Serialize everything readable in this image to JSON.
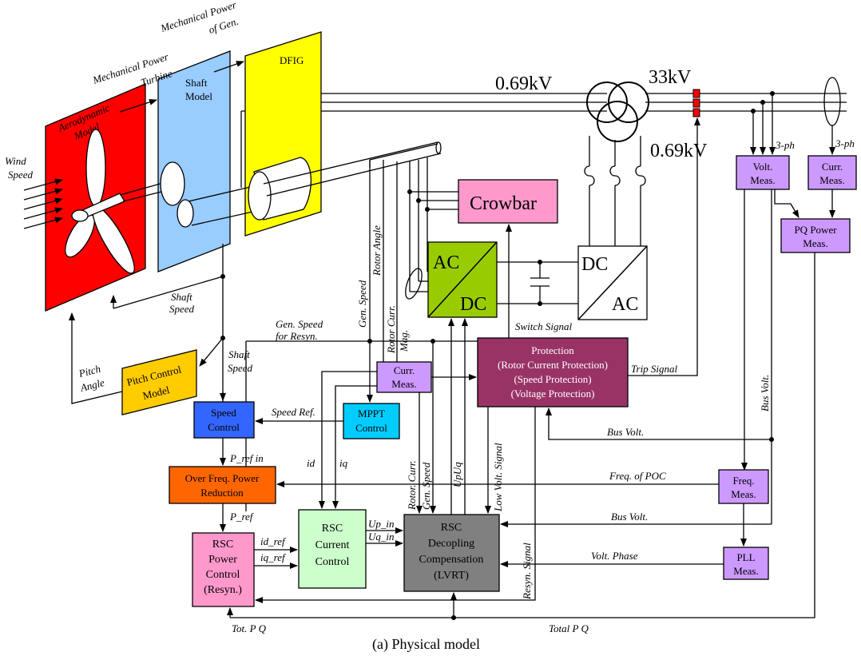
{
  "caption": "(a) Physical model",
  "colors": {
    "aero": "#ff0000",
    "shaft": "#99ccff",
    "dfig": "#ffff00",
    "crowbar": "#ff99cc",
    "acdc": "#99cc00",
    "protection": "#993366",
    "meas": "#cc99ff",
    "pitch": "#ffcc00",
    "speedctl": "#3366ff",
    "mppt": "#00ccff",
    "overfreq": "#ff6600",
    "rscpower": "#ff99cc",
    "rsccurrent": "#ccffcc",
    "rscdecoupling": "#808080",
    "breaker": "#ff0000"
  },
  "blocks": {
    "aero_line1": "Aerodynamic",
    "aero_line2": "Model",
    "shaft_line1": "Shaft",
    "shaft_line2": "Model",
    "dfig": "DFIG",
    "crowbar": "Crowbar",
    "acdc_ac": "AC",
    "acdc_dc": "DC",
    "dcac_dc": "DC",
    "dcac_ac": "AC",
    "protection": [
      "Protection",
      "(Rotor Current Protection)",
      "(Speed Protection)",
      "(Voltage Protection)"
    ],
    "curr_meas_mid": [
      "Curr.",
      "Meas."
    ],
    "volt_meas": [
      "Volt.",
      "Meas."
    ],
    "curr_meas_right": [
      "Curr.",
      "Meas."
    ],
    "pq_meas": [
      "PQ Power",
      "Meas."
    ],
    "pitch": [
      "Pitch Control",
      "Model"
    ],
    "speed_control": [
      "Speed",
      "Control"
    ],
    "mppt": [
      "MPPT",
      "Control"
    ],
    "over_freq": [
      "Over Freq. Power",
      "Reduction"
    ],
    "rsc_power": [
      "RSC",
      "Power",
      "Control",
      "(Resyn.)"
    ],
    "rsc_current": [
      "RSC",
      "Current",
      "Control"
    ],
    "rsc_decoupling": [
      "RSC",
      "Decopling",
      "Compensation",
      "(LVRT)"
    ],
    "freq_meas": [
      "Freq.",
      "Meas."
    ],
    "pll_meas": [
      "PLL",
      "Meas."
    ]
  },
  "voltages": {
    "v1": "0.69kV",
    "v2": "33kV",
    "v3": "0.69kV"
  },
  "signals": {
    "mech_power_turbine": [
      "Mechanical Power",
      "Turbine"
    ],
    "mech_power_gen": [
      "Mechanical Power",
      "of Gen."
    ],
    "wind_speed": [
      "Wind",
      "Speed"
    ],
    "shaft_speed_1": [
      "Shaft",
      "Speed"
    ],
    "pitch_angle": [
      "Pitch",
      "Angle"
    ],
    "gen_speed_resyn": [
      "Gen. Speed",
      "for Resyn."
    ],
    "shaft_speed_2": [
      "Shaft",
      "Speed"
    ],
    "gen_speed_v": "Gen. Speed",
    "rotor_angle_v": "Rotor Angle",
    "rotor_curr_mag": [
      "Rotor Curr.",
      "Mag."
    ],
    "switch_signal": "Switch Signal",
    "trip_signal": "Trip Signal",
    "three_ph_1": "3-ph",
    "three_ph_2": "3-ph",
    "bus_volt_v": "Bus Volt.",
    "speed_ref": "Speed Ref.",
    "p_ref_in": "P_ref in",
    "id": "id",
    "iq": "iq",
    "rotor_curr_v": "Rotor. Curr.",
    "gen_speed_v2": "Gen. Speed",
    "upuq": "UpUq",
    "low_volt_signal": "Low Volt. Signal",
    "bus_volt_h1": "Bus Volt.",
    "freq_poc": "Freq. of POC",
    "p_ref": "P_ref",
    "up_in": "Up_in",
    "uq_in": "Uq_in",
    "id_ref": "id_ref",
    "iq_ref": "iq_ref",
    "bus_volt_h2": "Bus Volt.",
    "volt_phase": "Volt. Phase",
    "resyn_signal": "Resyn. Signal",
    "tot_pq": "Tot. P Q",
    "total_pq": "Total P Q"
  }
}
